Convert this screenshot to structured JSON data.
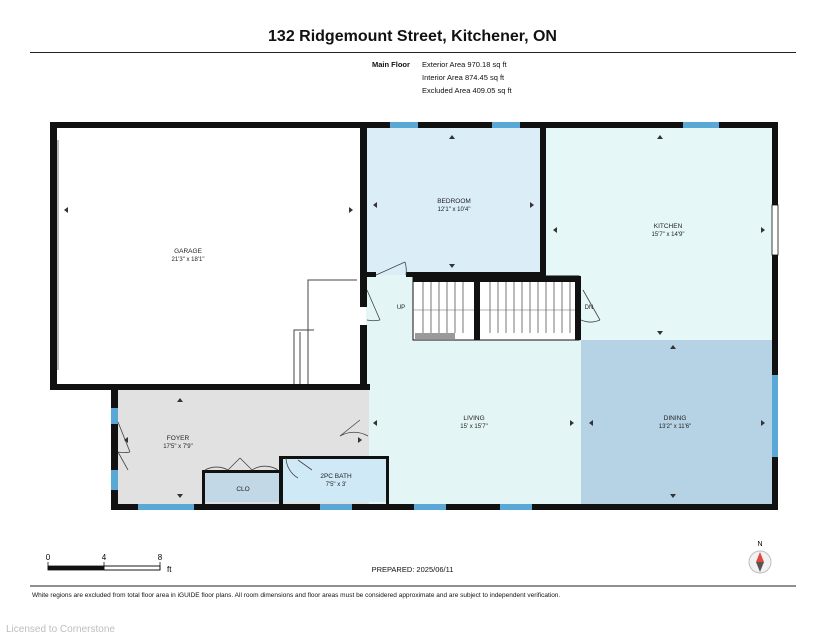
{
  "title": "132 Ridgemount Street, Kitchener, ON",
  "floor_summary": {
    "floor_label": "Main Floor",
    "exterior": "Exterior Area 970.18 sq ft",
    "interior": "Interior Area 874.45 sq ft",
    "excluded": "Excluded Area 409.05 sq ft"
  },
  "rooms": {
    "garage": {
      "name": "GARAGE",
      "dims": "21'3\" x 18'1\""
    },
    "bedroom": {
      "name": "BEDROOM",
      "dims": "12'1\" x 10'4\""
    },
    "kitchen": {
      "name": "KITCHEN",
      "dims": "15'7\" x 14'9\""
    },
    "living": {
      "name": "LIVING",
      "dims": "15' x 15'7\""
    },
    "dining": {
      "name": "DINING",
      "dims": "13'2\" x 11'6\""
    },
    "foyer": {
      "name": "FOYER",
      "dims": "17'5\" x 7'9\""
    },
    "bath": {
      "name": "2PC BATH",
      "dims": "7'5\" x 3'"
    },
    "closet": {
      "name": "CLO"
    }
  },
  "stairs": {
    "up_label": "UP",
    "down_label": "DN"
  },
  "scale_bar": {
    "ticks": [
      "0",
      "4",
      "8"
    ],
    "unit": "ft"
  },
  "compass": {
    "label": "N"
  },
  "prepared": "PREPARED: 2025/06/11",
  "disclaimer": "White regions are excluded from total floor area in iGUIDE floor plans. All room dimensions and floor areas must be considered approximate and are subject to independent verification.",
  "watermark": "Licensed to Cornerstone",
  "colors": {
    "wall": "#111111",
    "bedroom": "#dbeef8",
    "kitchen": "#e6f7f7",
    "living": "#e3f5f4",
    "dining": "#b6d3e5",
    "foyer": "#e1e1e1",
    "bath": "#cfe9f7",
    "closet": "#c3d8e6",
    "window": "#5aa8d6"
  }
}
